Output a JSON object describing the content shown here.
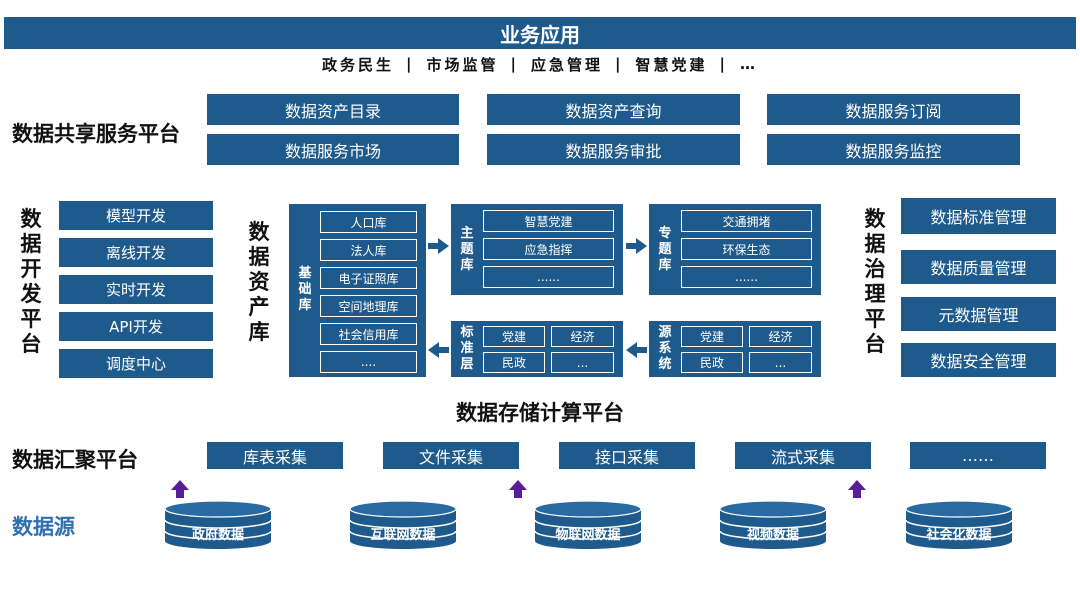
{
  "top": {
    "title": "业务应用",
    "domains": [
      "政务民生",
      "市场监管",
      "应急管理",
      "智慧党建",
      "…"
    ]
  },
  "share": {
    "label": "数据共享服务平台",
    "items": [
      "数据资产目录",
      "数据资产查询",
      "数据服务订阅",
      "数据服务市场",
      "数据服务审批",
      "数据服务监控"
    ]
  },
  "dev": {
    "label": [
      "数",
      "据",
      "开",
      "发",
      "平",
      "台"
    ],
    "items": [
      "模型开发",
      "离线开发",
      "实时开发",
      "API开发",
      "调度中心"
    ]
  },
  "asset": {
    "label": [
      "数",
      "据",
      "资",
      "产",
      "库"
    ],
    "base": {
      "title": [
        "基",
        "础",
        "库"
      ],
      "items": [
        "人口库",
        "法人库",
        "电子证照库",
        "空间地理库",
        "社会信用库",
        "...."
      ]
    },
    "theme": {
      "title": [
        "主",
        "题",
        "库"
      ],
      "items": [
        "智慧党建",
        "应急指挥",
        "......"
      ]
    },
    "topic": {
      "title": [
        "专",
        "题",
        "库"
      ],
      "items": [
        "交通拥堵",
        "环保生态",
        "......"
      ]
    },
    "standard": {
      "title": [
        "标",
        "准",
        "层"
      ],
      "items": [
        "党建",
        "经济",
        "民政",
        "..."
      ]
    },
    "source": {
      "title": [
        "源",
        "系",
        "统"
      ],
      "items": [
        "党建",
        "经济",
        "民政",
        "..."
      ]
    }
  },
  "gov": {
    "label": [
      "数",
      "据",
      "治",
      "理",
      "平",
      "台"
    ],
    "items": [
      "数据标准管理",
      "数据质量管理",
      "元数据管理",
      "数据安全管理"
    ]
  },
  "storage": {
    "label": "数据存储计算平台"
  },
  "gather": {
    "label": "数据汇聚平台",
    "items": [
      "库表采集",
      "文件采集",
      "接口采集",
      "流式采集",
      "……"
    ]
  },
  "sources": {
    "label": "数据源",
    "items": [
      "政府数据",
      "互联网数据",
      "物联网数据",
      "视频数据",
      "社会化数据"
    ]
  },
  "colors": {
    "primary": "#1f5a8c",
    "accent": "#5a1d9a",
    "source_label": "#2e6fb0"
  }
}
